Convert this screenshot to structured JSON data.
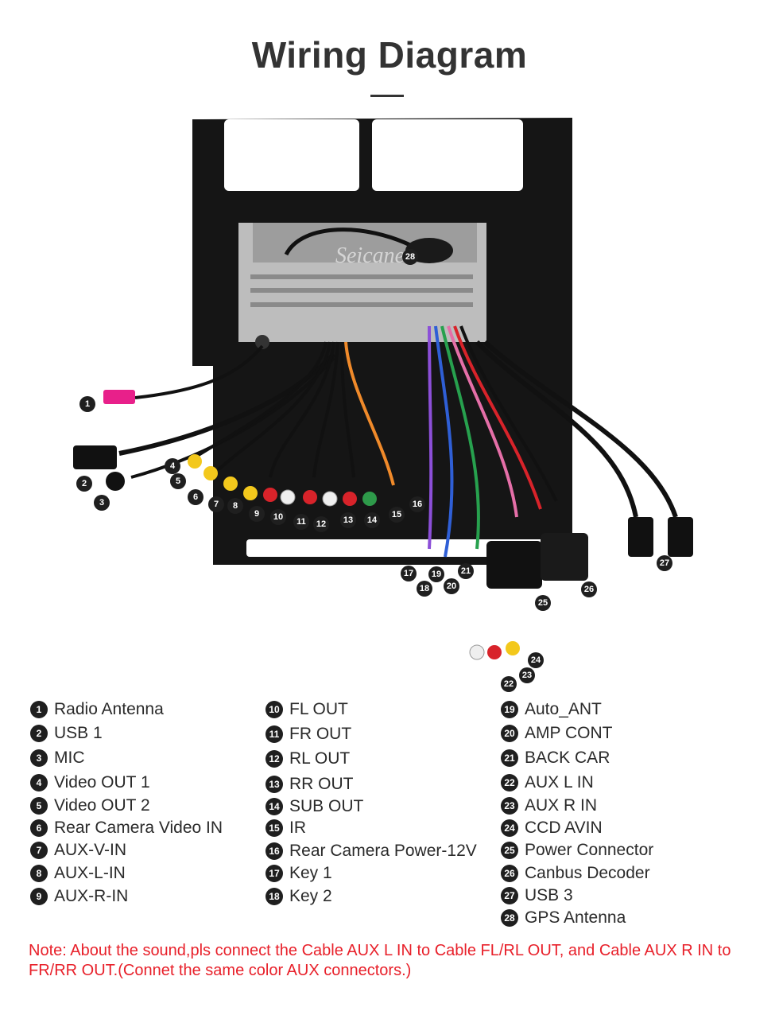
{
  "header": {
    "title": "Wiring Diagram"
  },
  "watermark": "Seicane",
  "legend": [
    {
      "num": "1",
      "label": "Radio Antenna"
    },
    {
      "num": "2",
      "label": "USB 1"
    },
    {
      "num": "3",
      "label": "MIC"
    },
    {
      "num": "4",
      "label": "Video OUT 1"
    },
    {
      "num": "5",
      "label": "Video OUT 2"
    },
    {
      "num": "6",
      "label": "Rear Camera Video IN"
    },
    {
      "num": "7",
      "label": "AUX-V-IN"
    },
    {
      "num": "8",
      "label": "AUX-L-IN"
    },
    {
      "num": "9",
      "label": "AUX-R-IN"
    },
    {
      "num": "10",
      "label": "FL OUT"
    },
    {
      "num": "11",
      "label": "FR OUT"
    },
    {
      "num": "12",
      "label": "RL OUT"
    },
    {
      "num": "13",
      "label": "RR OUT"
    },
    {
      "num": "14",
      "label": "SUB OUT"
    },
    {
      "num": "15",
      "label": "IR"
    },
    {
      "num": "16",
      "label": "Rear Camera Power-12V"
    },
    {
      "num": "17",
      "label": "Key 1"
    },
    {
      "num": "18",
      "label": "Key 2"
    },
    {
      "num": "19",
      "label": "Auto_ANT"
    },
    {
      "num": "20",
      "label": "AMP CONT"
    },
    {
      "num": "21",
      "label": "BACK CAR"
    },
    {
      "num": "22",
      "label": "AUX L IN"
    },
    {
      "num": "23",
      "label": "AUX R IN"
    },
    {
      "num": "24",
      "label": "CCD AVIN"
    },
    {
      "num": "25",
      "label": "Power Connector"
    },
    {
      "num": "26",
      "label": "Canbus Decoder"
    },
    {
      "num": "27",
      "label": "USB 3"
    },
    {
      "num": "28",
      "label": "GPS Antenna"
    }
  ],
  "note": "Note: About the sound,pls connect the Cable AUX L IN to Cable FL/RL OUT, and Cable AUX R IN to  FR/RR OUT.(Connet the same color AUX connectors.)",
  "colors": {
    "note": "#e8202a",
    "frame": "#111111",
    "unit": "#bfbfbf",
    "rca_yellow": "#f3c81c",
    "rca_red": "#d8232a",
    "rca_white": "#efefef",
    "rca_green": "#2e9a4a"
  }
}
